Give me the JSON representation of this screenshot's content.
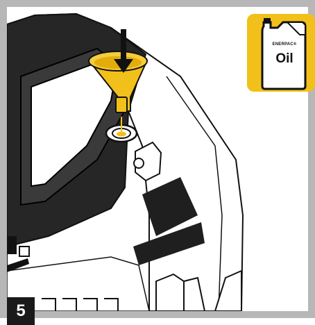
{
  "step": {
    "number": "5"
  },
  "oil_icon": {
    "brand": "ENERPAC®",
    "label": "Oil",
    "icon": "oil-canister-icon",
    "background": "#f2c01a"
  },
  "colors": {
    "funnel": "#f2c01a",
    "outline": "#111111",
    "frame": "#b7b7b7"
  }
}
